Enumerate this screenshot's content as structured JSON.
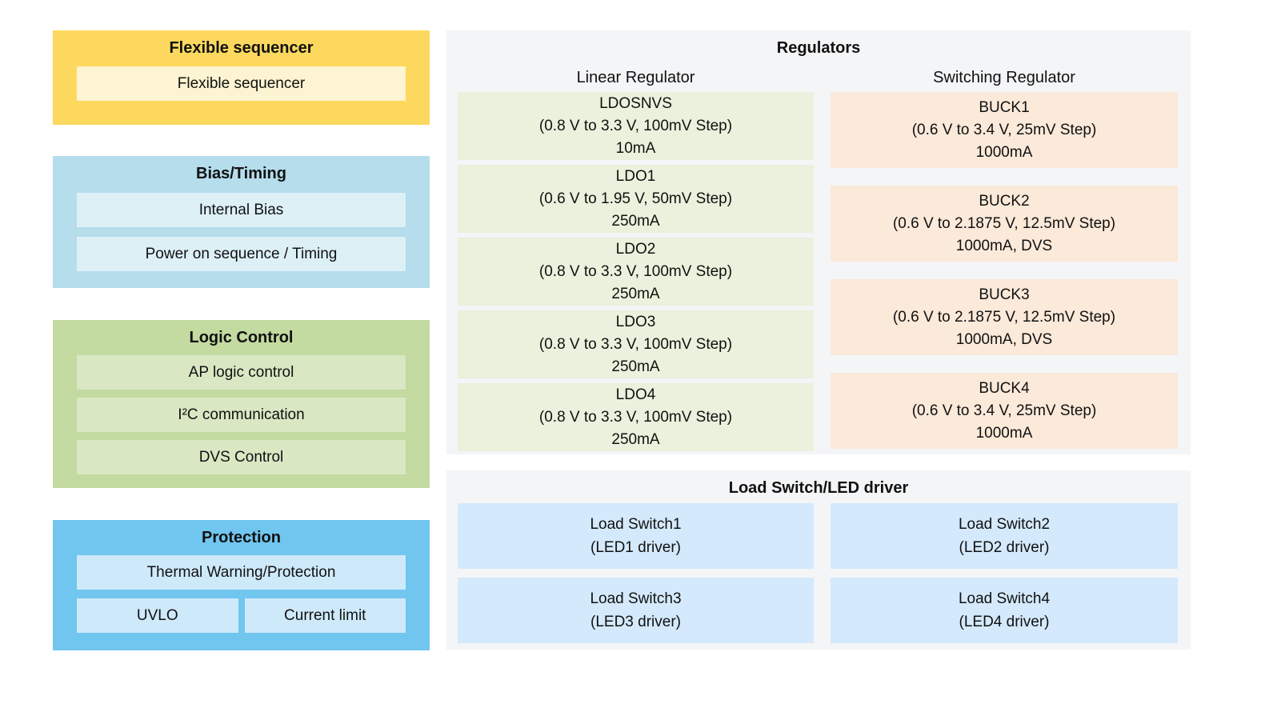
{
  "colors": {
    "page_bg": "#ffffff",
    "panel_bg": "#f4f5f7",
    "sequencer_bg": "#fcd95e",
    "sequencer_item_bg": "#fcf4d2",
    "bias_bg": "#b5ddeb",
    "bias_item_bg": "#dcf0f6",
    "logic_bg": "#c3daa0",
    "logic_item_bg": "#d9e7c3",
    "protection_bg": "#70c6ef",
    "protection_item_bg": "#cee9fa",
    "ldo_block_bg": "#eaf1dc",
    "buck_block_bg": "#fbe9d9",
    "load_switch_block_bg": "#d4e9fb",
    "text": "#111111"
  },
  "sequencer": {
    "title": "Flexible sequencer",
    "items": [
      "Flexible sequencer"
    ]
  },
  "bias_timing": {
    "title": "Bias/Timing",
    "items": [
      "Internal Bias",
      "Power on sequence / Timing"
    ]
  },
  "logic_control": {
    "title": "Logic Control",
    "items": [
      "AP logic control",
      "I²C communication",
      "DVS Control"
    ]
  },
  "protection": {
    "title": "Protection",
    "items": [
      "Thermal Warning/Protection"
    ],
    "bottom_items": [
      "UVLO",
      "Current limit"
    ]
  },
  "regulators": {
    "title": "Regulators",
    "linear": {
      "header": "Linear Regulator",
      "blocks": [
        {
          "name": "LDOSNVS",
          "range": "(0.8 V to 3.3 V, 100mV Step)",
          "current": "10mA"
        },
        {
          "name": "LDO1",
          "range": "(0.6 V to 1.95 V, 50mV Step)",
          "current": "250mA"
        },
        {
          "name": "LDO2",
          "range": "(0.8 V to 3.3 V, 100mV Step)",
          "current": "250mA"
        },
        {
          "name": "LDO3",
          "range": "(0.8 V to 3.3 V, 100mV Step)",
          "current": "250mA"
        },
        {
          "name": "LDO4",
          "range": "(0.8 V to 3.3 V, 100mV Step)",
          "current": "250mA"
        }
      ]
    },
    "switching": {
      "header": "Switching Regulator",
      "blocks": [
        {
          "name": "BUCK1",
          "range": "(0.6 V to 3.4 V, 25mV Step)",
          "current": "1000mA"
        },
        {
          "name": "BUCK2",
          "range": "(0.6 V to 2.1875 V, 12.5mV Step)",
          "current": "1000mA, DVS"
        },
        {
          "name": "BUCK3",
          "range": "(0.6 V to 2.1875 V, 12.5mV Step)",
          "current": "1000mA, DVS"
        },
        {
          "name": "BUCK4",
          "range": "(0.6 V to 3.4 V, 25mV Step)",
          "current": "1000mA"
        }
      ]
    }
  },
  "load_switch": {
    "title": "Load Switch/LED driver",
    "blocks": [
      {
        "name": "Load Switch1",
        "sub": "(LED1 driver)"
      },
      {
        "name": "Load Switch2",
        "sub": "(LED2 driver)"
      },
      {
        "name": "Load Switch3",
        "sub": "(LED3 driver)"
      },
      {
        "name": "Load Switch4",
        "sub": "(LED4 driver)"
      }
    ]
  }
}
